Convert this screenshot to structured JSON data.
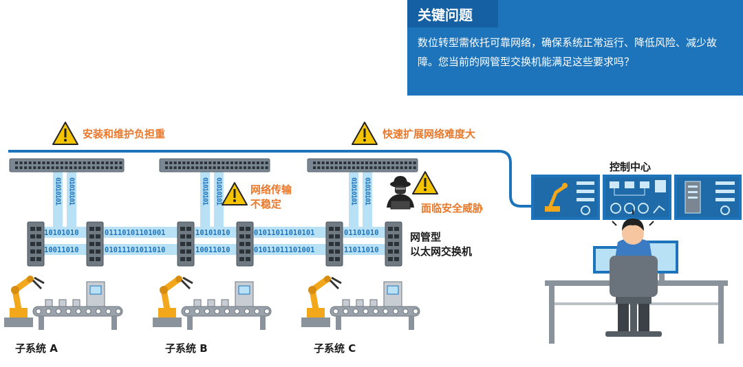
{
  "key_box": {
    "title": "关键问题",
    "body": "数位转型需依托可靠网络，确保系统正常运行、降低风险、减少故障。您当前的网管型交换机能满足这些要求吗？"
  },
  "warnings": {
    "install": "安装和维护负担重",
    "expand": "快速扩展网络难度大",
    "unstable_line1": "网络传输",
    "unstable_line2": "不稳定",
    "security": "面临安全威胁"
  },
  "managed_switch_label": {
    "line1": "网管型",
    "line2": "以太网交换机"
  },
  "control_center_label": "控制中心",
  "subsystems": [
    "子系统 A",
    "子系统 B",
    "子系统 C"
  ],
  "binary": {
    "vertical": "01010101",
    "link_top_ab": "01110101101001",
    "link_bottom_ab": "01011101011010",
    "link_top_bc": "01011011010101",
    "link_bottom_bc": "01011011101001",
    "stub_top": "10101010",
    "stub_bottom": "10011010",
    "stub_top_c": "01101010",
    "stub_bottom_c": "11011010"
  },
  "colors": {
    "accent_blue": "#1e74bb",
    "title_blue": "#1460a3",
    "light_blue": "#b8e1f5",
    "warning_orange": "#e8782b",
    "warning_yellow": "#f5c400",
    "robot_orange": "#f3a81c"
  }
}
